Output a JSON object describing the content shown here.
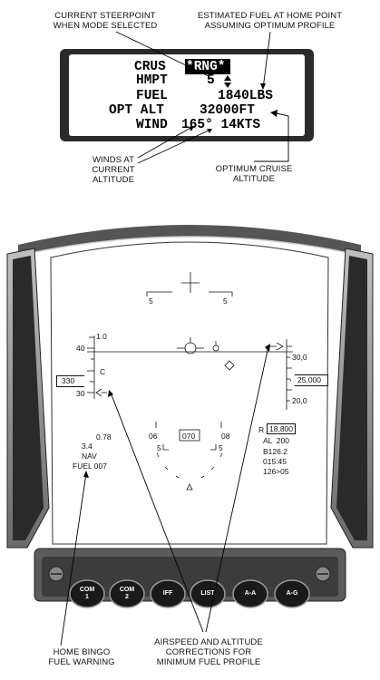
{
  "callouts": {
    "steerpoint": [
      "CURRENT STEERPOINT",
      "WHEN MODE SELECTED"
    ],
    "fuel_home": [
      "ESTIMATED FUEL AT HOME POINT",
      "ASSUMING OPTIMUM PROFILE"
    ],
    "winds": [
      "WINDS AT",
      "CURRENT",
      "ALTITUDE"
    ],
    "opt_cruise": [
      "OPTIMUM CRUISE",
      "ALTITUDE"
    ],
    "bingo": [
      "HOME BINGO",
      "FUEL WARNING"
    ],
    "corrections": [
      "AIRSPEED AND ALTITUDE",
      "CORRECTIONS FOR",
      "MINIMUM FUEL PROFILE"
    ]
  },
  "ded": {
    "line1_label": "CRUS",
    "line1_mode": "*RNG*",
    "line2_label": "HMPT",
    "line2_value": "5",
    "line3_label": "FUEL",
    "line3_value": "1840LBS",
    "line4_label": "OPT ALT",
    "line4_value": "32000FT",
    "line5_label": "WIND",
    "line5_value": "165° 14KTS"
  },
  "hud": {
    "pitch_left": "5",
    "pitch_right": "5",
    "airspeed_scale": [
      "1.0",
      "40",
      "C",
      "30"
    ],
    "airspeed_box": "330",
    "altitude_scale": [
      "30,0",
      "20,0"
    ],
    "altitude_box": "25,000",
    "mach": "0.78",
    "g_load": "3.4",
    "nav_mode": "NAV",
    "fuel_warning": "FUEL 007",
    "heading_left": "06",
    "heading_box": "070",
    "heading_right": "08",
    "heading_sub_left": "5",
    "heading_sub_right": "5",
    "range_prefix": "R",
    "range_value": "18,800",
    "altitude_low": "AL  200",
    "bearing": "B126.2",
    "time": "015:45",
    "steerpoint_info": "126>05"
  },
  "panel_buttons": [
    {
      "line1": "COM",
      "line2": "1"
    },
    {
      "line1": "COM",
      "line2": "2"
    },
    {
      "line1": "IFF",
      "line2": ""
    },
    {
      "line1": "LIST",
      "line2": ""
    },
    {
      "line1": "A-A",
      "line2": ""
    },
    {
      "line1": "A-G",
      "line2": ""
    }
  ]
}
